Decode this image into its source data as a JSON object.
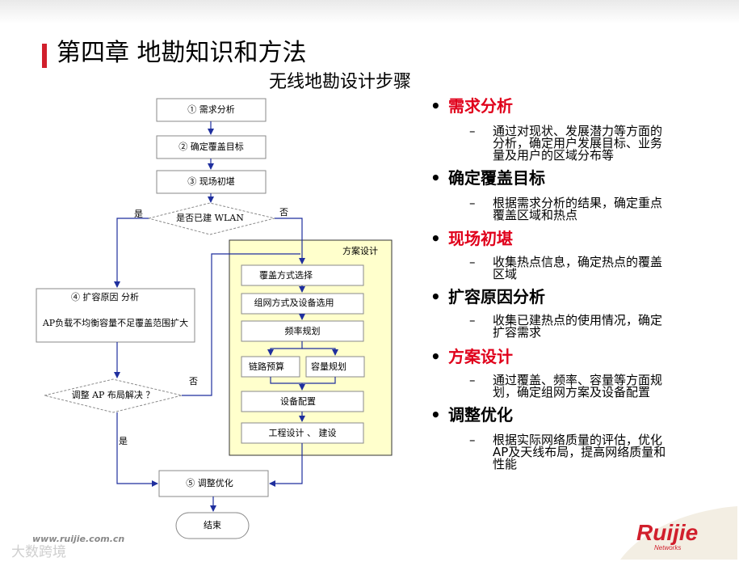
{
  "header": {
    "title": "第四章 地勘知识和方法",
    "subtitle": "无线地勘设计步骤"
  },
  "flowchart": {
    "steps": {
      "s1": "① 需求分析",
      "s2": "② 确定覆盖目标",
      "s3": "③ 现场初堪",
      "decision1": "是否已建 WLAN",
      "yes1": "是",
      "no1": "否",
      "s4_title": "④ 扩容原因    分析",
      "s4_body": "AP负载不均衡容量不足覆盖范围扩大",
      "decision2": "调整 AP 布局解决 ？",
      "yes2": "是",
      "no2": "否",
      "plan_title": "方案设计",
      "p1": "覆盖方式选择",
      "p2": "组网方式及设备选用",
      "p3": "频率规划",
      "p4a": "链路预算",
      "p4b": "容量规划",
      "p5": "设备配置",
      "p6": "工程设计   、 建设",
      "s5": "⑤ 调整优化",
      "end": "结束"
    },
    "plan_fill": "#ffffcc"
  },
  "bullets": [
    {
      "heading": "需求分析",
      "color": "#e0001b",
      "desc": [
        "通过对现状、发展潜力等方面的",
        "分析，确定用户发展目标、业务",
        "量及用户的区域分布等"
      ]
    },
    {
      "heading": "确定覆盖目标",
      "color": "#000000",
      "desc": [
        "根据需求分析的结果，确定重点",
        "覆盖区域和热点"
      ]
    },
    {
      "heading": "现场初堪",
      "color": "#e0001b",
      "desc": [
        "收集热点信息，确定热点的覆盖",
        "区域"
      ]
    },
    {
      "heading": "扩容原因分析",
      "color": "#000000",
      "desc": [
        "收集已建热点的使用情况，确定",
        "扩容需求"
      ]
    },
    {
      "heading": "方案设计",
      "color": "#e0001b",
      "desc": [
        "通过覆盖、频率、容量等方面规",
        "划，确定组网方案及设备配置"
      ]
    },
    {
      "heading": "调整优化",
      "color": "#000000",
      "desc": [
        "根据实际网络质量的评估，优化",
        "AP及天线布局，提高网络质量和",
        "性能"
      ]
    }
  ],
  "footer": {
    "url": "www.ruijie.com.cn",
    "watermark": "大数跨境",
    "brand": "Ruijie",
    "brand_sub": "Networks"
  },
  "colors": {
    "accent": "#d11f2c",
    "arrow": "#1f2f9e"
  }
}
